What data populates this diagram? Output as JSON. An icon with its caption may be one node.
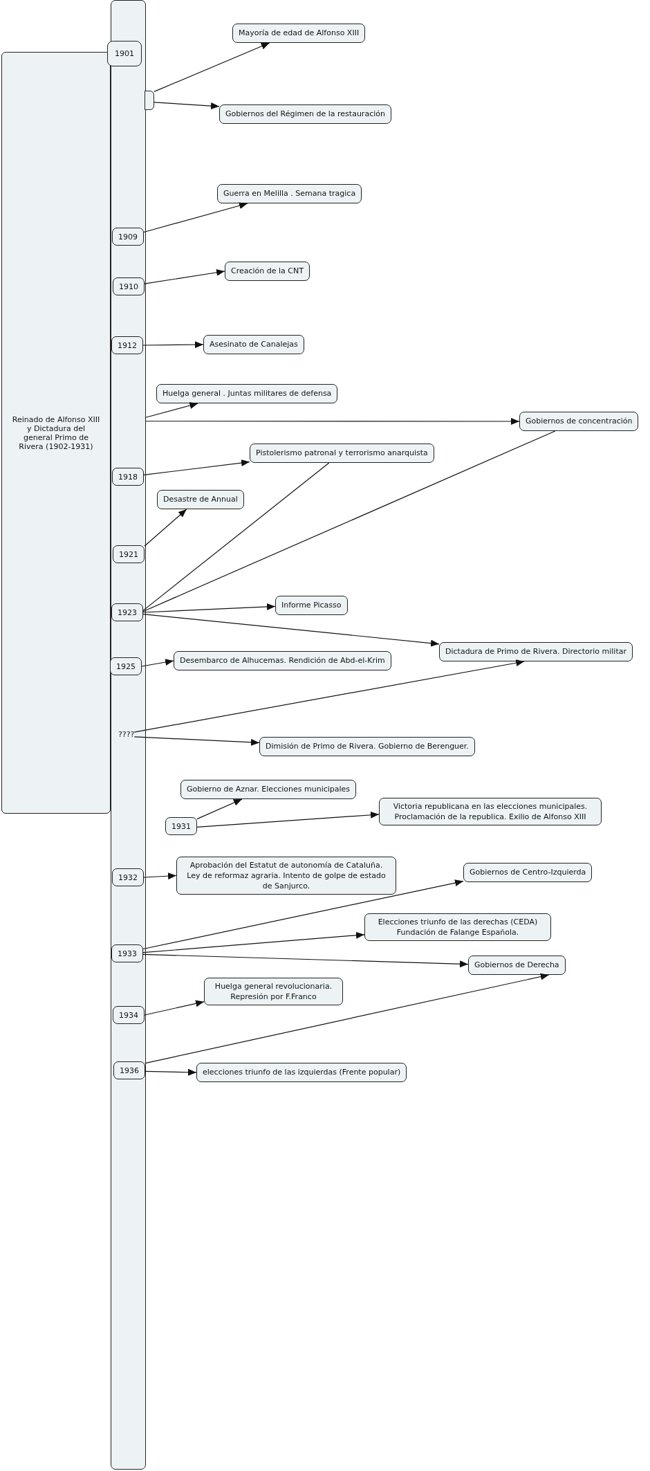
{
  "diagram": {
    "nodes": [
      {
        "text": [],
        "shape": "bar"
      },
      {
        "text": [
          "Reinado de Alfonso XIII y Dictadura del general Primo de Rivera (1902-1931)"
        ]
      },
      {
        "text": [
          "1901"
        ]
      },
      {
        "text": [],
        "shape": "box"
      },
      {
        "text": [
          "Mayoría de edad de Alfonso XIII"
        ]
      },
      {
        "text": [
          "Gobiernos del Régimen de la restauración"
        ]
      },
      {
        "text": [
          "Guerra en Melilla . Semana tragica"
        ]
      },
      {
        "text": [
          "1909"
        ],
        "in": 0
      },
      {
        "text": [
          "Creación de la CNT"
        ]
      },
      {
        "text": [
          "1910"
        ],
        "in": 0
      },
      {
        "text": [
          "1912"
        ],
        "in": 0
      },
      {
        "text": [
          "Asesinato de Canalejas"
        ]
      },
      {
        "text": [
          "Huelga general . Juntas militares de defensa"
        ]
      },
      {
        "text": [
          "Gobiernos de concentración"
        ]
      },
      {
        "text": [
          "Pistolerismo patronal y terrorismo anarquista"
        ]
      },
      {
        "text": [
          "1918"
        ],
        "in": 0
      },
      {
        "text": [
          "Desastre de Annual"
        ]
      },
      {
        "text": [
          "1921"
        ],
        "in": 0
      },
      {
        "text": [
          "1923"
        ],
        "in": 0
      },
      {
        "text": [
          "Informe Picasso"
        ]
      },
      {
        "text": [
          "Dictadura de Primo de Rivera. Directorio militar"
        ]
      },
      {
        "text": [
          "1925"
        ],
        "in": 0
      },
      {
        "text": [
          "Desembarco de Alhucemas. Rendición de Abd-el-Krim"
        ]
      },
      {
        "text": [
          "????"
        ],
        "in": 0
      },
      {
        "text": [
          "Dimisión de Primo de Rivera. Gobierno de Berenguer."
        ]
      },
      {
        "text": [
          "Gobierno de Aznar. Elecciones municipales"
        ]
      },
      {
        "text": [
          "1931"
        ]
      },
      {
        "text": [
          "Victoria republicana en las elecciones municipales. Proclamación de la republica. Exilio de Alfonso XIII"
        ]
      },
      {
        "text": [
          "1932"
        ],
        "in": 0
      },
      {
        "text": [
          "Aprobación del Estatut de autonomía de Cataluña. Ley de reformaz agraria. Intento de golpe de estado de Sanjurco."
        ]
      },
      {
        "text": [
          "Gobiernos de Centro-Izquierda"
        ]
      },
      {
        "text": [
          "Elecciones triunfo de las derechas (CEDA) Fundación de Falange Española."
        ]
      },
      {
        "text": [
          "1933"
        ],
        "in": 0
      },
      {
        "text": [
          "Gobiernos de Derecha"
        ]
      },
      {
        "text": [
          "Huelga general revolucionaria. Represión por F.Franco"
        ]
      },
      {
        "text": [
          "1934"
        ],
        "in": 0
      },
      {
        "text": [
          "1936"
        ],
        "in": 0
      },
      {
        "text": [
          "elecciones triunfo de las izquierdas (Frente popular)"
        ]
      }
    ],
    "edges": [
      {
        "from": 3,
        "to": 4,
        "arrow": "to"
      },
      {
        "from": 3,
        "to": 5,
        "arrow": "to"
      },
      {
        "from": 7,
        "to": 6,
        "arrow": "to"
      },
      {
        "from": 9,
        "to": 8,
        "arrow": "to"
      },
      {
        "from": 10,
        "to": 11,
        "arrow": "to"
      },
      {
        "from": 0,
        "to": 12,
        "arrow": "to"
      },
      {
        "from": 0,
        "to": 13,
        "arrow": "to"
      },
      {
        "from": 15,
        "to": 14,
        "arrow": "to"
      },
      {
        "from": 17,
        "to": 16,
        "arrow": "to"
      },
      {
        "from": 18,
        "to": 14,
        "arrow": "none"
      },
      {
        "from": 18,
        "to": 13,
        "arrow": "none"
      },
      {
        "from": 18,
        "to": 19,
        "arrow": "to"
      },
      {
        "from": 18,
        "to": 20,
        "arrow": "to"
      },
      {
        "from": 21,
        "to": 22,
        "arrow": "to"
      },
      {
        "from": 23,
        "to": 20,
        "arrow": "to"
      },
      {
        "from": 23,
        "to": 24,
        "arrow": "to"
      },
      {
        "from": 26,
        "to": 25,
        "arrow": "to"
      },
      {
        "from": 26,
        "to": 27,
        "arrow": "to"
      },
      {
        "from": 28,
        "to": 29,
        "arrow": "to"
      },
      {
        "from": 32,
        "to": 30,
        "arrow": "to"
      },
      {
        "from": 32,
        "to": 31,
        "arrow": "to"
      },
      {
        "from": 32,
        "to": 33,
        "arrow": "to"
      },
      {
        "from": 35,
        "to": 34,
        "arrow": "to"
      },
      {
        "from": 36,
        "to": 33,
        "arrow": "to"
      },
      {
        "from": 36,
        "to": 37,
        "arrow": "to"
      }
    ]
  }
}
